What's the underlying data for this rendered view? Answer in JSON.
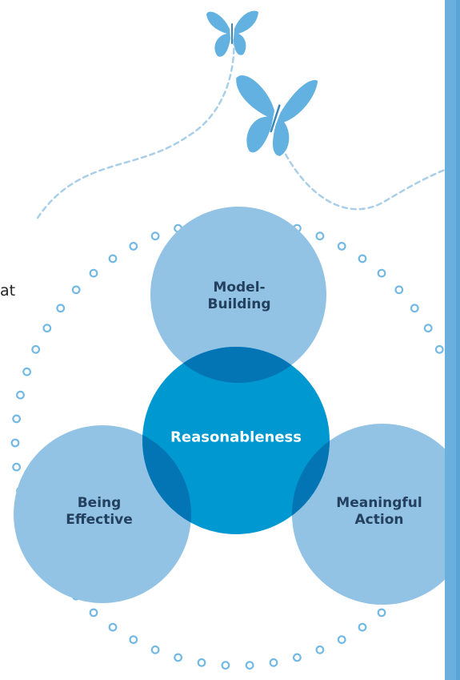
{
  "stray_text": "at",
  "diagram": {
    "top_circle": {
      "line1": "Model-",
      "line2": "Building"
    },
    "center_circle": {
      "label": "Reasonableness"
    },
    "left_circle": {
      "line1": "Being",
      "line2": "Effective"
    },
    "right_circle": {
      "line1": "Meaningful",
      "line2": "Action"
    }
  },
  "colors": {
    "outer_circle_fill": "#93c3e4",
    "center_fill": "#0098d0",
    "overlap_fill": "#0375b5",
    "dot_ring": "#74b9e4",
    "butterfly": "#62b1e0",
    "dashed_trail": "#a9cfe8",
    "side_bar": "#6ab0de",
    "outer_label": "#24405f",
    "center_label": "#ffffff"
  },
  "icons": [
    "butterfly-icon",
    "butterfly-icon"
  ]
}
